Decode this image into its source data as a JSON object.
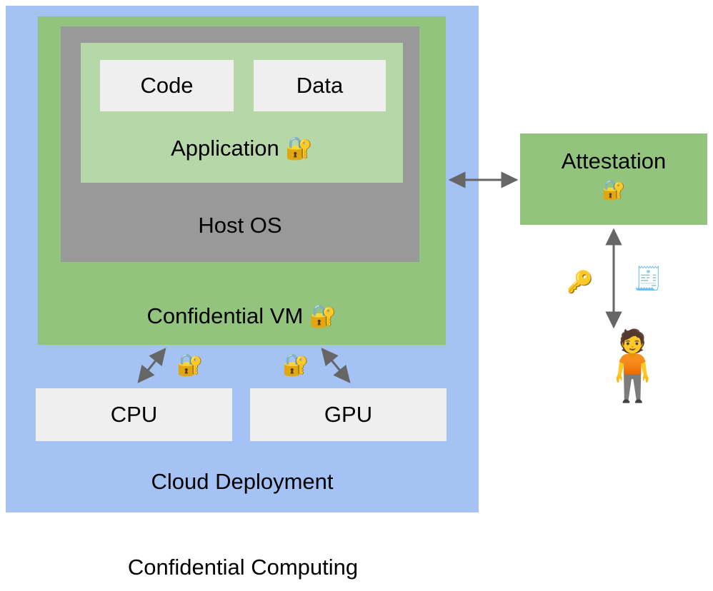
{
  "diagram": {
    "caption": "Confidential Computing",
    "colors": {
      "cloud_blue": "#A4C2F4",
      "vm_green": "#93C47D",
      "host_gray": "#999999",
      "application_light_green": "#B6D7A8",
      "box_white": "#EFEFEF",
      "arrow_gray": "#666666",
      "text_black": "#000000"
    }
  },
  "cloud": {
    "label": "Cloud Deployment"
  },
  "confidential_vm": {
    "label": "Confidential VM 🔐",
    "text": "Confidential VM",
    "lock_icon": "🔐"
  },
  "host_os": {
    "label": "Host OS"
  },
  "application": {
    "label": "Application 🔐",
    "text": "Application",
    "lock_icon": "🔐"
  },
  "code": {
    "label": "Code"
  },
  "data": {
    "label": "Data"
  },
  "hardware": {
    "cpu": "CPU",
    "gpu": "GPU",
    "cpu_lock_icon": "🔐",
    "gpu_lock_icon": "🔐"
  },
  "attestation": {
    "label": "Attestation",
    "lock_icon": "🔐"
  },
  "actor": {
    "person_icon": "🧍",
    "key_icon": "🔑",
    "receipt_icon": "🧾"
  }
}
